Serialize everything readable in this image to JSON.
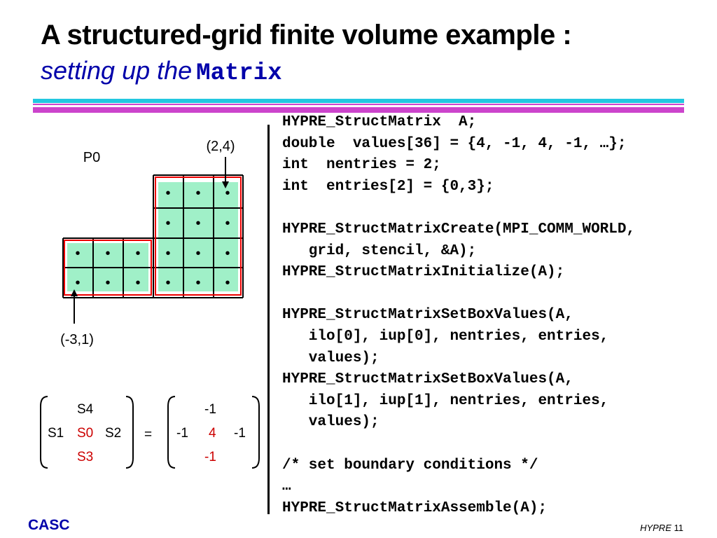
{
  "slide": {
    "title_line1": "A structured-grid finite volume example :",
    "title_line2_italic": "setting up the",
    "title_line2_code": "Matrix"
  },
  "colors": {
    "title_blue": "#0000aa",
    "rule_cyan": "#22c8e0",
    "rule_magenta": "#cc44cc",
    "cell_fill": "#a0f0c8",
    "box_outline": "#ee0000",
    "highlight_red": "#cc0000"
  },
  "diagram": {
    "processor_label": "P0",
    "upper_corner_label": "(2,4)",
    "lower_corner_label": "(-3,1)",
    "dot_char": "•"
  },
  "stencil": {
    "s4": "S4",
    "s1": "S1",
    "s0": "S0",
    "s2": "S2",
    "s3": "S3",
    "equals": "=",
    "v_top": "-1",
    "v_left": "-1",
    "v_center": "4",
    "v_right": "-1",
    "v_bottom": "-1"
  },
  "code_lines": [
    "HYPRE_StructMatrix  A;",
    "double  values[36] = {4, -1, 4, -1, …};",
    "int  nentries = 2;",
    "int  entries[2] = {0,3};",
    "",
    "HYPRE_StructMatrixCreate(MPI_COMM_WORLD,",
    "   grid, stencil, &A);",
    "HYPRE_StructMatrixInitialize(A);",
    "",
    "HYPRE_StructMatrixSetBoxValues(A,",
    "   ilo[0], iup[0], nentries, entries,",
    "   values);",
    "HYPRE_StructMatrixSetBoxValues(A,",
    "   ilo[1], iup[1], nentries, entries,",
    "   values);",
    "",
    "/* set boundary conditions */",
    "…",
    "HYPRE_StructMatrixAssemble(A);"
  ],
  "footer": {
    "org": "CASC",
    "product": "HYPRE",
    "page": "11"
  }
}
